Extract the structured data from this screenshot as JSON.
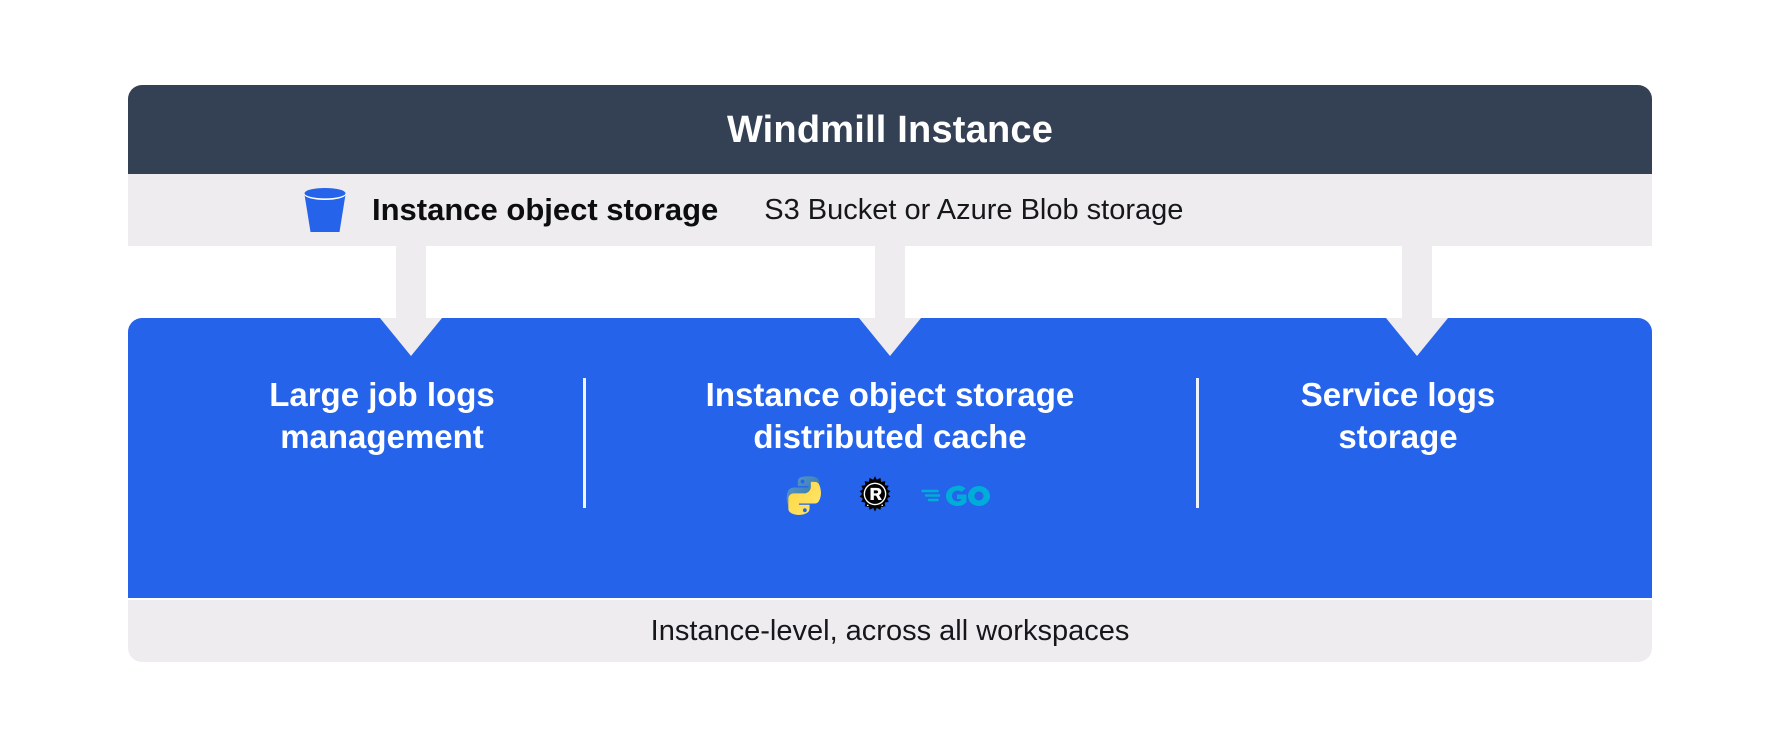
{
  "diagram": {
    "title": "Windmill Instance",
    "storage_row": {
      "icon": "s3-bucket-icon",
      "label": "Instance object storage",
      "description": "S3 Bucket or Azure Blob storage"
    },
    "columns": [
      {
        "id": "large-job-logs-management",
        "title": "Large job logs\nmanagement",
        "logos": []
      },
      {
        "id": "instance-object-storage-distributed-cache",
        "title": "Instance object storage\ndistributed cache",
        "logos": [
          "python-logo",
          "rust-logo",
          "go-logo"
        ]
      },
      {
        "id": "service-logs-storage",
        "title": "Service logs\nstorage",
        "logos": []
      }
    ],
    "footer": "Instance-level, across all workspaces",
    "colors": {
      "header_bg": "#344054",
      "row_bg": "#eeecee",
      "panel_bg": "#2563eb",
      "panel_text": "#ffffff",
      "bucket_blue": "#2563eb",
      "go_cyan": "#00add8",
      "rust_black": "#000000",
      "python_blue": "#387eb8",
      "python_yellow": "#ffd43b",
      "page_bg": "#ffffff"
    }
  }
}
